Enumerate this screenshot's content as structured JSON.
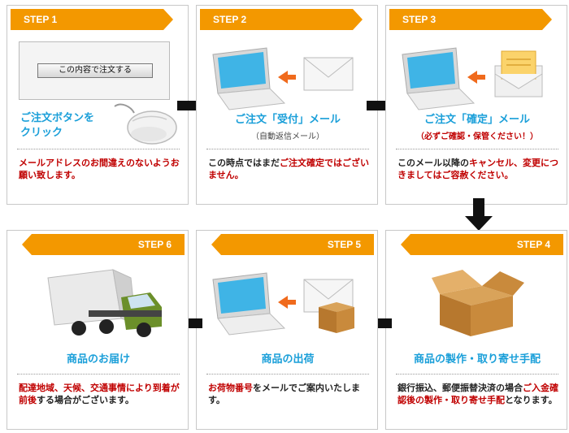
{
  "steps": [
    {
      "label": "STEP 1",
      "heading_line1": "ご注文ボタンを",
      "heading_line2": "クリック",
      "button_label": "この内容で注文する",
      "note_red": "メールアドレスのお間違えのないようお願い致します。"
    },
    {
      "label": "STEP 2",
      "heading": "ご注文「受付」メール",
      "sub": "（自動返信メール）",
      "note_pre": "この時点ではまだ",
      "note_red": "ご注文確定",
      "note_post": "ではございません。"
    },
    {
      "label": "STEP 3",
      "heading": "ご注文「確定」メール",
      "sub": "（必ずご確認・保管ください！）",
      "note_pre": "このメール以降の",
      "note_red": "キャンセル、変更につきましてはご容赦ください。"
    },
    {
      "label": "STEP 4",
      "heading": "商品の製作・取り寄せ手配",
      "note_pre": "銀行振込、郵便振替決済の場合",
      "note_red": "ご入金確認後の製作・取り寄せ手配",
      "note_post": "となります。"
    },
    {
      "label": "STEP 5",
      "heading": "商品の出荷",
      "note_red": "お荷物番号",
      "note_post": "をメールでご案内いたします。"
    },
    {
      "label": "STEP 6",
      "heading": "商品のお届け",
      "note_red": "配達地域、天候、交通事情によ",
      "note_red2": "り到着が前後",
      "note_post": "する場合がございます。"
    }
  ],
  "colors": {
    "accent": "#f39800",
    "heading": "#1a9fd9",
    "warning": "#c00000"
  }
}
